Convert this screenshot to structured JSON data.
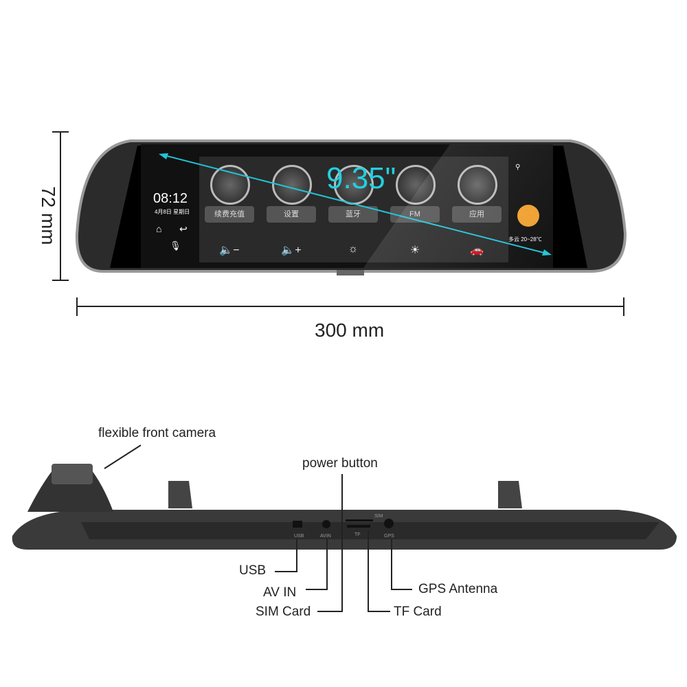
{
  "dimensions": {
    "height": "72 mm",
    "width": "300 mm",
    "screen_size": "9.35\""
  },
  "screen": {
    "time": "08:12",
    "date": "4月8日 星期日",
    "apps": [
      {
        "label": "续费充值",
        "icon": "money-bag-icon"
      },
      {
        "label": "设置",
        "icon": "gear-icon"
      },
      {
        "label": "蓝牙",
        "icon": "bluetooth-icon"
      },
      {
        "label": "FM",
        "icon": "radio-icon"
      },
      {
        "label": "应用",
        "icon": "app-store-icon"
      }
    ],
    "controls": [
      {
        "glyph": "🔈−",
        "icon": "volume-down-icon"
      },
      {
        "glyph": "🔈+",
        "icon": "volume-up-icon"
      },
      {
        "glyph": "☼",
        "icon": "brightness-down-icon"
      },
      {
        "glyph": "☀",
        "icon": "brightness-up-icon"
      },
      {
        "glyph": "🚗",
        "icon": "car-icon"
      }
    ],
    "weather": "多云  20~28℃"
  },
  "callouts": {
    "front_camera": "flexible front camera",
    "power": "power button",
    "usb": "USB",
    "av_in": "AV IN",
    "sim": "SIM Card",
    "tf": "TF Card",
    "gps": "GPS Antenna"
  },
  "port_labels": {
    "usb": "USB",
    "av": "AVIN",
    "sim": "SIM",
    "tf": "TF",
    "gps": "GPS"
  },
  "colors": {
    "arrow": "#22c4d8",
    "body": "#3a3a3a"
  }
}
